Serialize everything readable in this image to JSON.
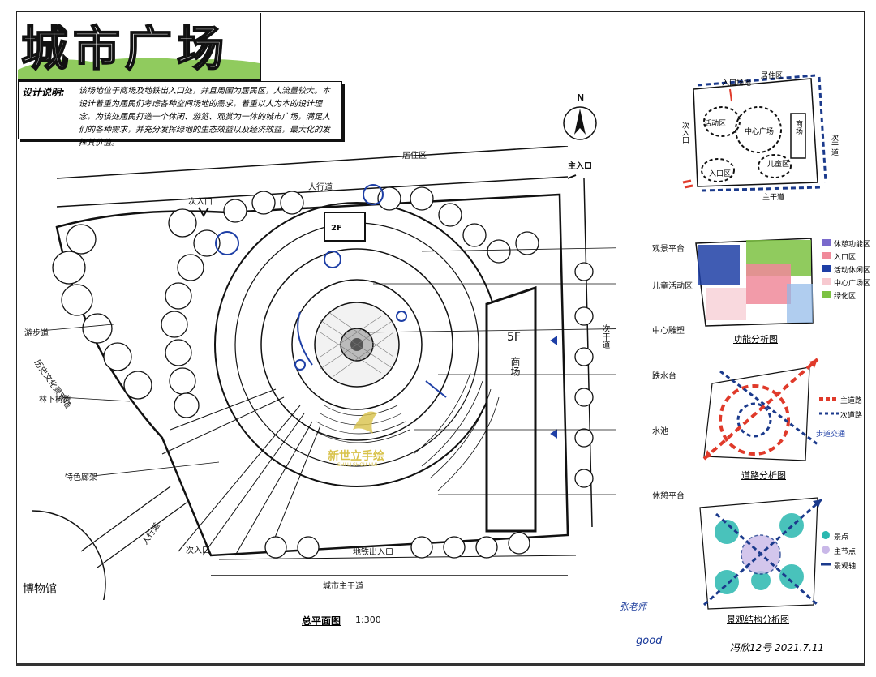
{
  "title": "城市广场",
  "description": {
    "label": "设计说明:",
    "text": "该场地位于商场及地铁出入口处，并且周围为居民区，人流量较大。本设计着重为居民们考虑各种空间场地的需求，着重以人为本的设计理念，为该处居民打造一个休闲、游览、观赏为一体的城市广场，满足人们的各种需求，并充分发挥绿地的生态效益以及经济效益，最大化的发挥其价值。"
  },
  "compass": {
    "label": "N"
  },
  "plan": {
    "top_area": "居住区",
    "sidewalk_top": "人行道",
    "main_entrance": "主入口",
    "secondary_entrance": "次入口",
    "secondary_entrance_left": "次入口",
    "building_2f": "2F",
    "mall_floor": "5F",
    "mall_name": "商场",
    "subway_entrance": "地铁出入口",
    "city_main_road": "城市主干道",
    "secondary_road": "次干道",
    "sidewalk_bottom": "人行道",
    "museum": "博物馆",
    "caption": "总平面图",
    "scale": "1:300",
    "left_labels": [
      "游步道",
      "历史文化景观墙",
      "林下树阵",
      "特色廊架"
    ],
    "right_labels": [
      "观景平台",
      "儿童活动区",
      "中心雕塑",
      "跌水台",
      "水池",
      "休憩平台"
    ]
  },
  "watermark": {
    "name": "新世立手绘",
    "sub": "SHI LI SHOU HUI"
  },
  "diagrams": [
    {
      "caption": "",
      "labels": [
        "入口场地",
        "居住区",
        "活动区",
        "中心广场",
        "商场",
        "入口区",
        "次干道",
        "主干道",
        "儿童区",
        "次入口"
      ]
    },
    {
      "caption": "功能分析图",
      "legend": [
        "休憩功能区",
        "入口区",
        "活动休闲区",
        "中心广场区",
        "绿化区"
      ]
    },
    {
      "caption": "道路分析图",
      "legend": [
        "主道路",
        "次道路",
        "步道交通"
      ]
    },
    {
      "caption": "景观结构分析图",
      "legend": [
        "景点",
        "主节点",
        "景观轴"
      ]
    }
  ],
  "notes": {
    "grader": "张老师",
    "comment": "good",
    "signature": "冯欣12号 2021.7.11"
  },
  "colors": {
    "ink": "#111111",
    "blue_marker": "#1e3fa6",
    "green_marker": "#7cc242",
    "pink_marker": "#f08a9a",
    "red_marker": "#e03a2a",
    "teal_marker": "#2ab8b0",
    "lavender_marker": "#c9b8e8",
    "navy_marker": "#1b3a8c",
    "watermark": "#d8c24a"
  }
}
